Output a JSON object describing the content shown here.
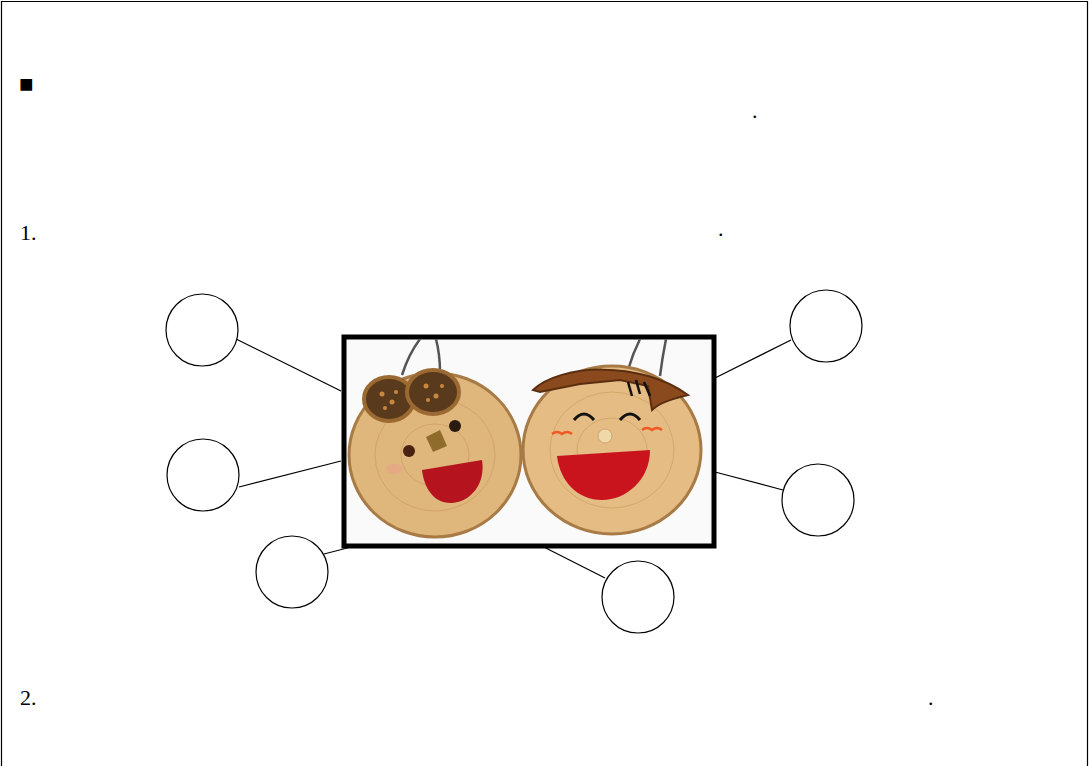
{
  "diagram": {
    "labels": [
      "■",
      ".",
      "1.",
      ".",
      "2.",
      "."
    ]
  }
}
